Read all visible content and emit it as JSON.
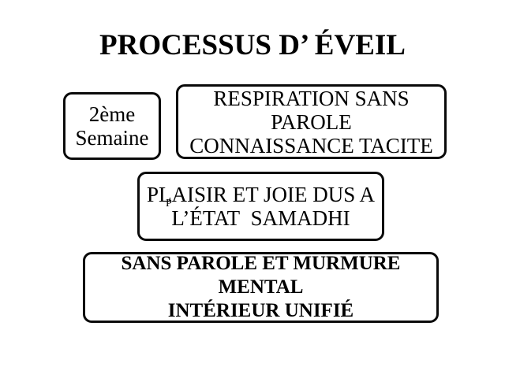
{
  "slide": {
    "title": "PROCESSUS D’ ÉVEIL",
    "colors": {
      "background": "#ffffff",
      "text": "#000000",
      "box_border": "#0a0a0a",
      "box_fill": "#ffffff"
    },
    "boxes": {
      "week": {
        "lines": [
          "2ème",
          "Semaine"
        ]
      },
      "respiration": {
        "lines": [
          "RESPIRATION SANS",
          "PAROLE",
          "CONNAISSANCE TACITE"
        ]
      },
      "plaisir": {
        "lines": [
          "PLAISIR ET JOIE DUS A",
          "L’ÉTAT  SAMADHI"
        ],
        "stray_glyph": "P"
      },
      "sans_parole": {
        "lines": [
          "SANS PAROLE ET MURMURE",
          "MENTAL",
          "INTÉRIEUR UNIFIÉ"
        ]
      }
    }
  }
}
